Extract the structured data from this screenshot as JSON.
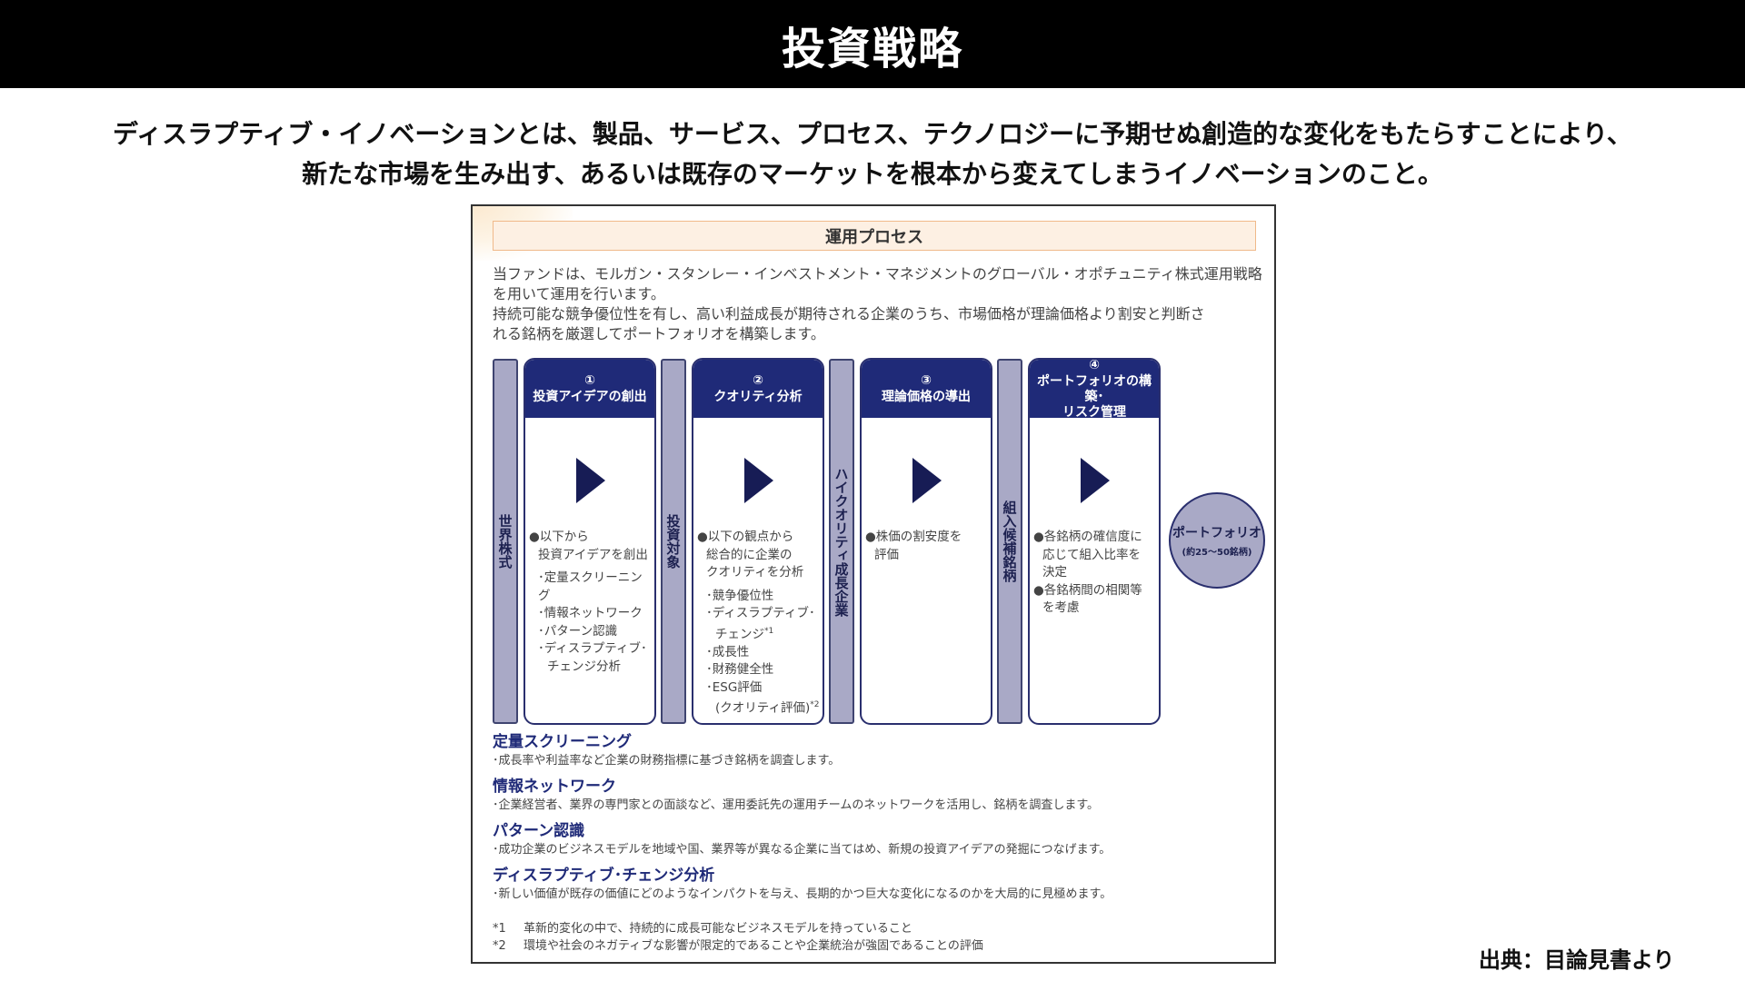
{
  "header": {
    "title": "投資戦略"
  },
  "intro": {
    "line1": "ディスラプティブ・イノベーションとは、製品、サービス、プロセス、テクノロジーに予期せぬ創造的な変化をもたらすことにより、",
    "line2": "新たな市場を生み出す、あるいは既存のマーケットを根本から変えてしまうイノベーションのこと。"
  },
  "document": {
    "section_title": "運用プロセス",
    "intro_line1": "当ファンドは、モルガン・スタンレー・インベストメント・マネジメントのグローバル・オポチュニティ株式運用戦略",
    "intro_line2": "を用いて運用を行います。",
    "intro_line3": "持続可能な競争優位性を有し、高い利益成長が期待される企業のうち、市場価格が理論価格より割安と判断さ",
    "intro_line4": "れる銘柄を厳選してポートフォリオを構築します。",
    "bars": [
      "世界株式",
      "投資対象",
      "ハイクオリティ成長企業",
      "組入候補銘柄"
    ],
    "steps": [
      {
        "num": "①",
        "title": "投資アイデアの創出",
        "lines": [
          "●以下から",
          "投資アイデアを創出"
        ],
        "subs": [
          "･定量スクリーニング",
          "･情報ネットワーク",
          "･パターン認識",
          "･ディスラプティブ･",
          "チェンジ分析"
        ]
      },
      {
        "num": "②",
        "title": "クオリティ分析",
        "lines": [
          "●以下の観点から",
          "総合的に企業の",
          "クオリティを分析"
        ],
        "subs": [
          "･競争優位性",
          "･ディスラプティブ･",
          "チェンジ",
          "*1",
          "･成長性",
          "･財務健全性",
          "･ESG評価",
          "(クオリティ評価)",
          "*2"
        ]
      },
      {
        "num": "③",
        "title": "理論価格の導出",
        "lines": [
          "●株価の割安度を",
          "評価"
        ]
      },
      {
        "num": "④",
        "title_line1": "ポートフォリオの構築･",
        "title_line2": "リスク管理",
        "lines": [
          "●各銘柄の確信度に",
          "応じて組入比率を",
          "決定",
          "●各銘柄間の相関等",
          "を考慮"
        ]
      }
    ],
    "portfolio": {
      "label": "ポートフォリオ",
      "sub": "(約25〜50銘柄)"
    },
    "definitions": [
      {
        "title": "定量スクリーニング",
        "text": "･成長率や利益率など企業の財務指標に基づき銘柄を調査します。"
      },
      {
        "title": "情報ネットワーク",
        "text": "･企業経営者、業界の専門家との面談など、運用委託先の運用チームのネットワークを活用し、銘柄を調査します。"
      },
      {
        "title": "パターン認識",
        "text": "･成功企業のビジネスモデルを地域や国、業界等が異なる企業に当てはめ、新規の投資アイデアの発掘につなげます。"
      },
      {
        "title": "ディスラプティブ･チェンジ分析",
        "text": "･新しい価値が既存の価値にどのようなインパクトを与え、長期的かつ巨大な変化になるのかを大局的に見極めます。"
      }
    ],
    "notes": [
      {
        "mark": "*1",
        "text": "革新的変化の中で、持続的に成長可能なビジネスモデルを持っていること"
      },
      {
        "mark": "*2",
        "text": "環境や社会のネガティブな影響が限定的であることや企業統治が強固であることの評価"
      }
    ]
  },
  "source": "出典：目論見書より"
}
